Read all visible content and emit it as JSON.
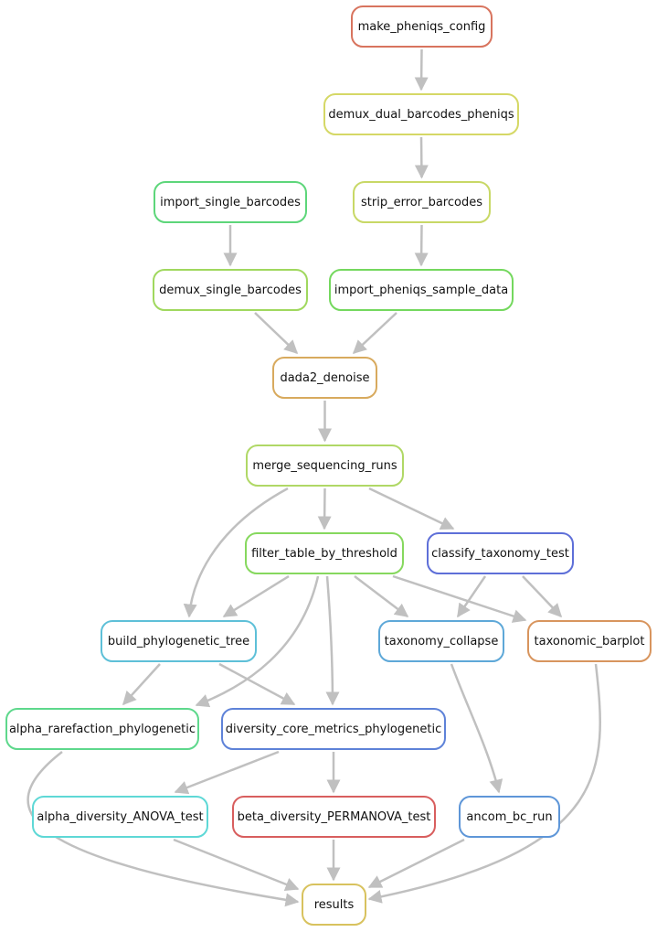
{
  "nodes": [
    {
      "id": "make_pheniqs_config",
      "label": "make_pheniqs_config",
      "color": "#d8745e"
    },
    {
      "id": "demux_dual_barcodes_pheniqs",
      "label": "demux_dual_barcodes_pheniqs",
      "color": "#d5d866"
    },
    {
      "id": "import_single_barcodes",
      "label": "import_single_barcodes",
      "color": "#5dd67a"
    },
    {
      "id": "strip_error_barcodes",
      "label": "strip_error_barcodes",
      "color": "#c8d866"
    },
    {
      "id": "demux_single_barcodes",
      "label": "demux_single_barcodes",
      "color": "#a0d85e"
    },
    {
      "id": "import_pheniqs_sample_data",
      "label": "import_pheniqs_sample_data",
      "color": "#74d85e"
    },
    {
      "id": "dada2_denoise",
      "label": "dada2_denoise",
      "color": "#d8aa5e"
    },
    {
      "id": "merge_sequencing_runs",
      "label": "merge_sequencing_runs",
      "color": "#b0d866"
    },
    {
      "id": "filter_table_by_threshold",
      "label": "filter_table_by_threshold",
      "color": "#86d85e"
    },
    {
      "id": "classify_taxonomy_test",
      "label": "classify_taxonomy_test",
      "color": "#5e6fd8"
    },
    {
      "id": "build_phylogenetic_tree",
      "label": "build_phylogenetic_tree",
      "color": "#5ec0d8"
    },
    {
      "id": "taxonomy_collapse",
      "label": "taxonomy_collapse",
      "color": "#5ea8d8"
    },
    {
      "id": "taxonomic_barplot",
      "label": "taxonomic_barplot",
      "color": "#d8955e"
    },
    {
      "id": "alpha_rarefaction_phylogenetic",
      "label": "alpha_rarefaction_phylogenetic",
      "color": "#5ed88c"
    },
    {
      "id": "diversity_core_metrics_phylogenetic",
      "label": "diversity_core_metrics_phylogenetic",
      "color": "#5e82d8"
    },
    {
      "id": "alpha_diversity_ANOVA_test",
      "label": "alpha_diversity_ANOVA_test",
      "color": "#5ed8d6"
    },
    {
      "id": "beta_diversity_PERMANOVA_test",
      "label": "beta_diversity_PERMANOVA_test",
      "color": "#d85e5e"
    },
    {
      "id": "ancom_bc_run",
      "label": "ancom_bc_run",
      "color": "#5e96d8"
    },
    {
      "id": "results",
      "label": "results",
      "color": "#d8c25e"
    }
  ],
  "edges": [
    [
      "make_pheniqs_config",
      "demux_dual_barcodes_pheniqs"
    ],
    [
      "demux_dual_barcodes_pheniqs",
      "strip_error_barcodes"
    ],
    [
      "import_single_barcodes",
      "demux_single_barcodes"
    ],
    [
      "strip_error_barcodes",
      "import_pheniqs_sample_data"
    ],
    [
      "demux_single_barcodes",
      "dada2_denoise"
    ],
    [
      "import_pheniqs_sample_data",
      "dada2_denoise"
    ],
    [
      "dada2_denoise",
      "merge_sequencing_runs"
    ],
    [
      "merge_sequencing_runs",
      "build_phylogenetic_tree"
    ],
    [
      "merge_sequencing_runs",
      "filter_table_by_threshold"
    ],
    [
      "merge_sequencing_runs",
      "classify_taxonomy_test"
    ],
    [
      "filter_table_by_threshold",
      "build_phylogenetic_tree"
    ],
    [
      "filter_table_by_threshold",
      "alpha_rarefaction_phylogenetic"
    ],
    [
      "filter_table_by_threshold",
      "diversity_core_metrics_phylogenetic"
    ],
    [
      "filter_table_by_threshold",
      "taxonomy_collapse"
    ],
    [
      "filter_table_by_threshold",
      "taxonomic_barplot"
    ],
    [
      "classify_taxonomy_test",
      "taxonomy_collapse"
    ],
    [
      "classify_taxonomy_test",
      "taxonomic_barplot"
    ],
    [
      "build_phylogenetic_tree",
      "alpha_rarefaction_phylogenetic"
    ],
    [
      "build_phylogenetic_tree",
      "diversity_core_metrics_phylogenetic"
    ],
    [
      "taxonomy_collapse",
      "ancom_bc_run"
    ],
    [
      "diversity_core_metrics_phylogenetic",
      "alpha_diversity_ANOVA_test"
    ],
    [
      "diversity_core_metrics_phylogenetic",
      "beta_diversity_PERMANOVA_test"
    ],
    [
      "alpha_rarefaction_phylogenetic",
      "results"
    ],
    [
      "alpha_diversity_ANOVA_test",
      "results"
    ],
    [
      "beta_diversity_PERMANOVA_test",
      "results"
    ],
    [
      "ancom_bc_run",
      "results"
    ],
    [
      "taxonomic_barplot",
      "results"
    ]
  ],
  "style": {
    "edge_color": "#c0c0c0"
  }
}
